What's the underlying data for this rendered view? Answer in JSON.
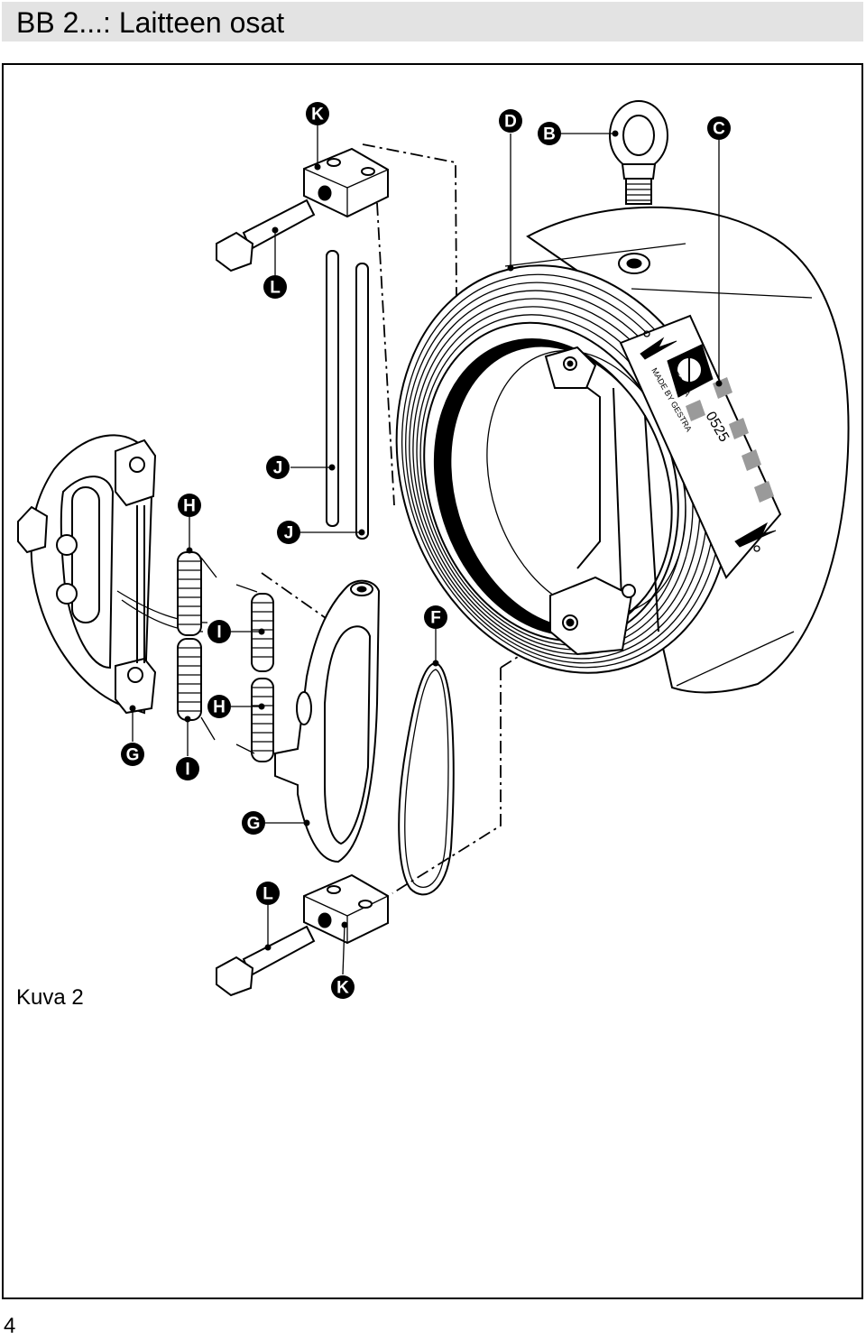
{
  "header": {
    "title": "BB 2...: Laitteen osat"
  },
  "figure": {
    "caption": "Kuva 2",
    "callouts": {
      "k_top": "K",
      "d": "D",
      "b": "B",
      "c": "C",
      "l_top": "L",
      "j_upper": "J",
      "j_lower": "J",
      "h_upper": "H",
      "i_upper": "I",
      "f": "F",
      "h_lower": "H",
      "g_left": "G",
      "i_lower": "I",
      "g_lower": "G",
      "l_bottom": "L",
      "k_bottom": "K"
    },
    "label_plate": {
      "brand": "GESTRA",
      "made_by": "MADE BY GESTRA",
      "ce_code": "0525"
    }
  },
  "footer": {
    "page_number": "4"
  },
  "colors": {
    "header_background": "#e3e3e3",
    "ink": "#000000",
    "plate_gray": "#9a9a9a"
  }
}
